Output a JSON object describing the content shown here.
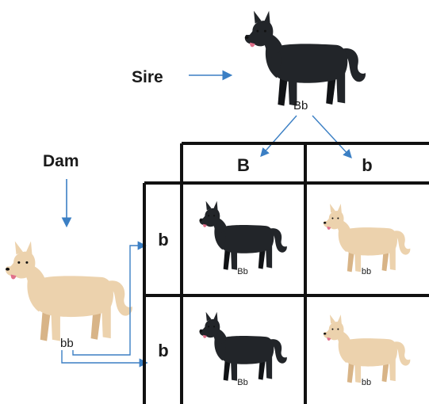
{
  "sire": {
    "label": "Sire",
    "genotype": "Bb",
    "coat": "black"
  },
  "dam": {
    "label": "Dam",
    "genotype": "bb",
    "coat": "cream"
  },
  "grid": {
    "column_headers": [
      "B",
      "b"
    ],
    "row_headers": [
      "b",
      "b"
    ],
    "cells": [
      [
        {
          "genotype": "Bb",
          "coat": "black"
        },
        {
          "genotype": "bb",
          "coat": "cream"
        }
      ],
      [
        {
          "genotype": "Bb",
          "coat": "black"
        },
        {
          "genotype": "bb",
          "coat": "cream"
        }
      ]
    ]
  },
  "colors": {
    "arrow": "#3b7fc4",
    "grid_line": "#111111",
    "text": "#1a1a1a",
    "black_coat": "#222529",
    "black_shade": "#111316",
    "cream_coat": "#ecd2ad",
    "cream_shade": "#d8b487",
    "tongue": "#e0708a"
  }
}
